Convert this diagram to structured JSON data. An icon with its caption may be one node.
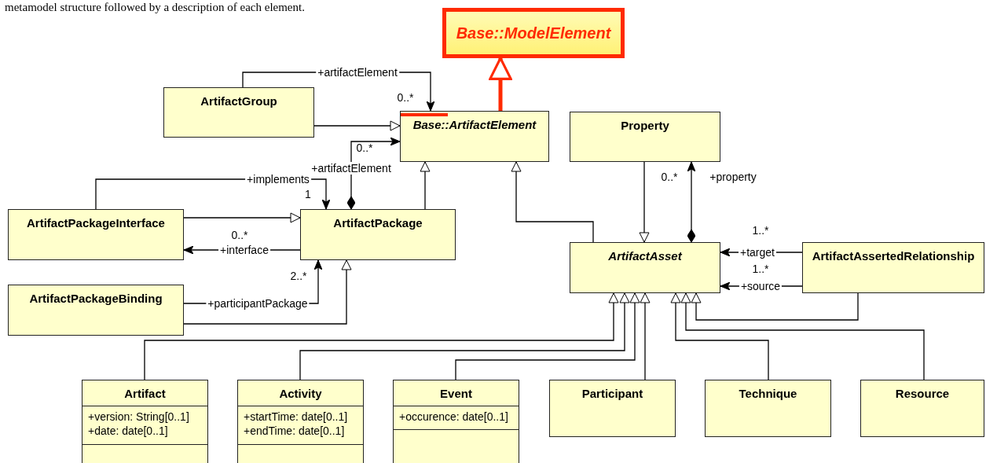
{
  "diagram": {
    "nodes": [
      {
        "text": [
          "Base::ModelElement"
        ]
      },
      {
        "text": [
          "Base::ArtifactElement"
        ]
      },
      {
        "text": [
          "ArtifactGroup"
        ]
      },
      {
        "text": [
          "Property"
        ]
      },
      {
        "text": [
          "ArtifactPackageInterface"
        ]
      },
      {
        "text": [
          "ArtifactPackage"
        ]
      },
      {
        "text": [
          "ArtifactAsset"
        ]
      },
      {
        "text": [
          "ArtifactAssertedRelationship"
        ]
      },
      {
        "text": [
          "ArtifactPackageBinding"
        ]
      },
      {
        "text": [
          "Artifact",
          "+version: String[0..1]",
          "+date: date[0..1]"
        ]
      },
      {
        "text": [
          "Activity",
          "+startTime: date[0..1]",
          "+endTime: date[0..1]"
        ]
      },
      {
        "text": [
          "Event",
          "+occurence: date[0..1]"
        ]
      },
      {
        "text": [
          "Participant"
        ]
      },
      {
        "text": [
          "Technique"
        ]
      },
      {
        "text": [
          "Resource"
        ]
      }
    ],
    "edges": [
      {
        "from": 1,
        "to": 0,
        "arrow": "to",
        "style": "thick",
        "color": "#ff2a00"
      },
      {
        "from": 2,
        "to": 1,
        "arrow": "to"
      },
      {
        "from": 2,
        "to": 1,
        "arrow": "to",
        "label": "+artifactElement"
      },
      {
        "from": 5,
        "to": 1,
        "arrow": "to",
        "label": "+artifactElement"
      },
      {
        "from": 5,
        "to": 1,
        "arrow": "to"
      },
      {
        "from": 4,
        "to": 5,
        "arrow": "to",
        "label": "+implements"
      },
      {
        "from": 4,
        "to": 5,
        "arrow": "to"
      },
      {
        "from": 5,
        "to": 4,
        "arrow": "to",
        "label": "+interface"
      },
      {
        "from": 8,
        "to": 5,
        "arrow": "to",
        "label": "+participantPackage"
      },
      {
        "from": 8,
        "to": 5,
        "arrow": "to"
      },
      {
        "from": 6,
        "to": 1,
        "arrow": "to"
      },
      {
        "from": 3,
        "to": 6,
        "arrow": "to"
      },
      {
        "from": 6,
        "to": 3,
        "arrow": "to",
        "label": "+property"
      },
      {
        "from": 7,
        "to": 6,
        "arrow": "to",
        "label": "+target"
      },
      {
        "from": 7,
        "to": 6,
        "arrow": "to",
        "label": "+source"
      },
      {
        "from": 7,
        "to": 6,
        "arrow": "to"
      },
      {
        "from": 9,
        "to": 6,
        "arrow": "to"
      },
      {
        "from": 10,
        "to": 6,
        "arrow": "to"
      },
      {
        "from": 11,
        "to": 6,
        "arrow": "to"
      },
      {
        "from": 12,
        "to": 6,
        "arrow": "to"
      },
      {
        "from": 13,
        "to": 6,
        "arrow": "to"
      },
      {
        "from": 14,
        "to": 6,
        "arrow": "to"
      }
    ],
    "labels": [
      "metamodel structure followed by a description of each element.",
      "0..*",
      "0..*",
      "1",
      "0..*",
      "2..*",
      "0..*",
      "1..*",
      "1..*"
    ]
  }
}
